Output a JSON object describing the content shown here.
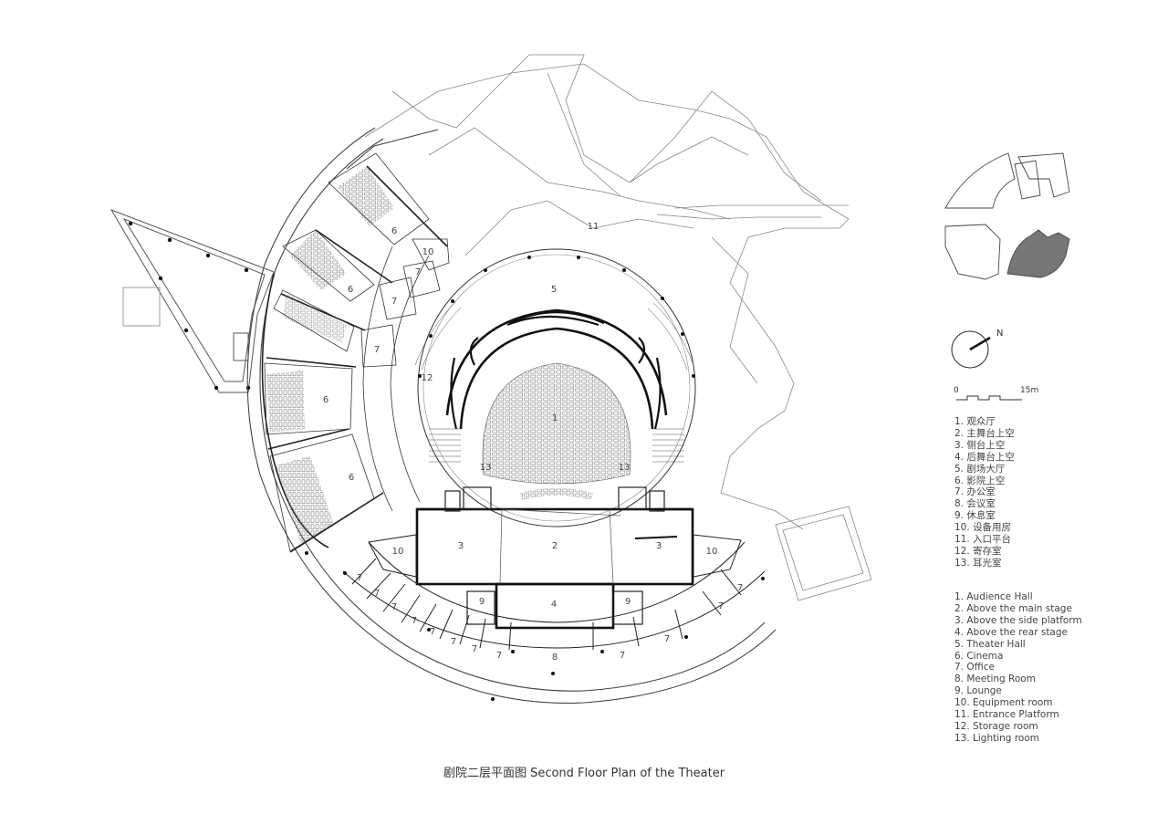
{
  "caption": "剧院二层平面图 Second Floor Plan of the Theater",
  "scale": {
    "zero": "0",
    "length": "15m"
  },
  "north": "N",
  "room_labels": {
    "audience_hall": "1",
    "main_stage": "2",
    "side_platform": "3",
    "rear_stage": "4",
    "theater_hall": "5",
    "cinema": "6",
    "office": "7",
    "meeting_room": "8",
    "lounge": "9",
    "equipment_room": "10",
    "entrance_platform": "11",
    "storage_room": "12",
    "lighting_room": "13"
  },
  "legend_zh": [
    "1. 观众厅",
    "2. 主舞台上空",
    "3. 侧台上空",
    "4. 后舞台上空",
    "5. 剧场大厅",
    "6. 影院上空",
    "7. 办公室",
    "8. 会议室",
    "9. 休息室",
    "10. 设备用房",
    "11. 入口平台",
    "12. 寄存室",
    "13. 耳光室"
  ],
  "legend_en": [
    "1. Audience Hall",
    "2. Above the main stage",
    "3. Above the side platform",
    "4. Above the rear stage",
    "5. Theater Hall",
    "6. Cinema",
    "7. Office",
    "8. Meeting Room",
    "9. Lounge",
    "10. Equipment room",
    "11. Entrance Platform",
    "12. Storage room",
    "13. Lighting room"
  ]
}
